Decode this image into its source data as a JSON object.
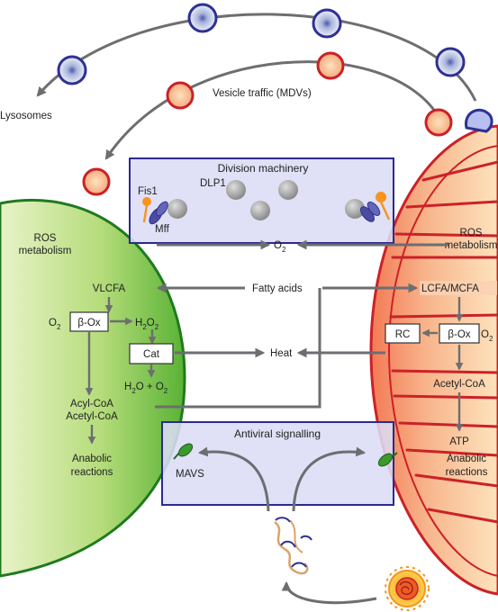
{
  "vesicle_traffic": {
    "label": "Vesicle traffic (MDVs)",
    "destination": "Lysosomes"
  },
  "division_machinery": {
    "title": "Division machinery",
    "labels": {
      "dlp1": "DLP1",
      "fis1": "Fis1",
      "mff": "Mff"
    }
  },
  "ros": {
    "left": [
      "ROS",
      "metabolism"
    ],
    "right": [
      "ROS",
      "metabolism"
    ],
    "product": "O",
    "product_sub": "2"
  },
  "fatty_acids": "Fatty acids",
  "peroxisome": {
    "vlcfa": "VLCFA",
    "o2": "O",
    "o2_sub": "2",
    "beta_ox": "β-Ox",
    "h2o2": {
      "a": "H",
      "a_sub": "2",
      "b": "O",
      "b_sub": "2"
    },
    "cat": "Cat",
    "h2o_o2": {
      "a": "H",
      "a_sub": "2",
      "b": "O + O",
      "b_sub": "2"
    },
    "acyl_coa": "Acyl-CoA",
    "acetyl_coa": "Acetyl-CoA",
    "anabolic": [
      "Anabolic",
      "reactions"
    ]
  },
  "heat": "Heat",
  "mitochondrion": {
    "lcfa": "LCFA/MCFA",
    "rc": "RC",
    "beta_ox": "β-Ox",
    "o2": "O",
    "o2_sub": "2",
    "acetyl_coa": "Acetyl-CoA",
    "atp": "ATP",
    "anabolic": [
      "Anabolic",
      "reactions"
    ]
  },
  "antiviral": {
    "title": "Antiviral signalling",
    "mavs": "MAVS"
  },
  "colors": {
    "peroxisome_green": "#3a9a2c",
    "mito_orange": "#f3a57a",
    "mito_red": "#cc2127",
    "box_fill": "#dcdcf5",
    "box_stroke": "#2d2a8c",
    "vesicle_blue": "#2e3192",
    "arrow_gray": "#6d6e71"
  }
}
